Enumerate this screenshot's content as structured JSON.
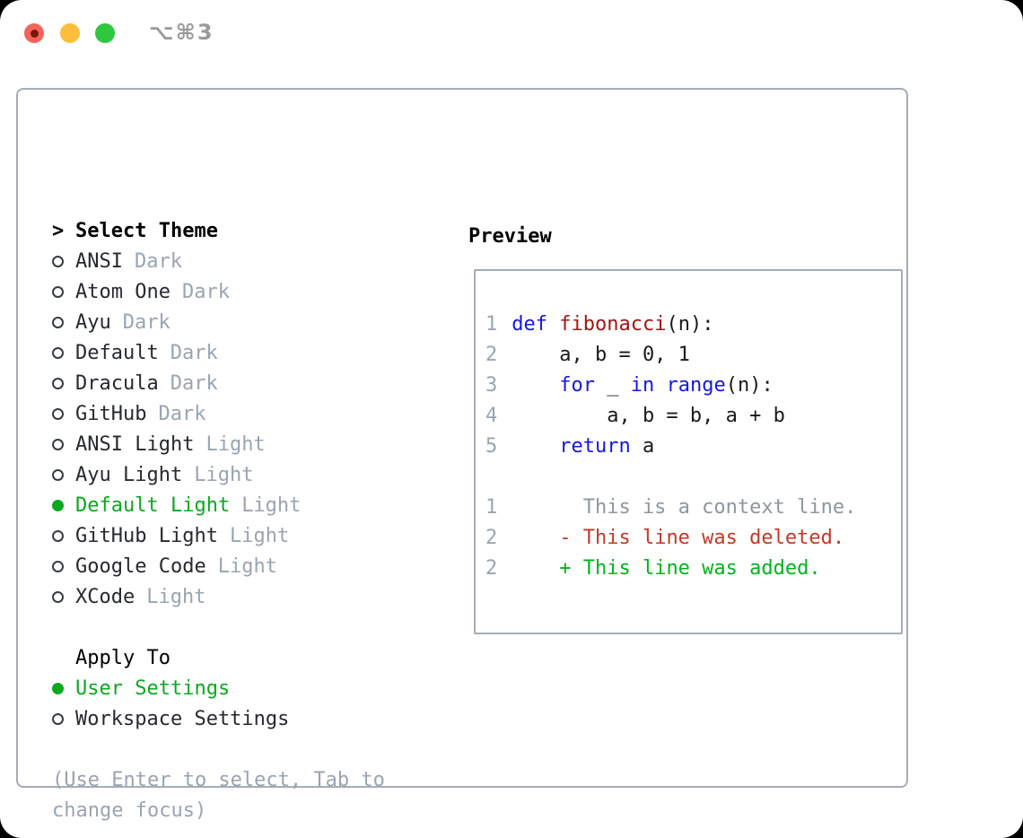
{
  "titlebar": {
    "shortcut": "⌥⌘3"
  },
  "theme_picker": {
    "prompt": ">",
    "header": "Select Theme",
    "items": [
      {
        "name": "ANSI",
        "variant": "Dark",
        "selected": false
      },
      {
        "name": "Atom One",
        "variant": "Dark",
        "selected": false
      },
      {
        "name": "Ayu",
        "variant": "Dark",
        "selected": false
      },
      {
        "name": "Default",
        "variant": "Dark",
        "selected": false
      },
      {
        "name": "Dracula",
        "variant": "Dark",
        "selected": false
      },
      {
        "name": "GitHub",
        "variant": "Dark",
        "selected": false
      },
      {
        "name": "ANSI Light",
        "variant": "Light",
        "selected": false
      },
      {
        "name": "Ayu Light",
        "variant": "Light",
        "selected": false
      },
      {
        "name": "Default Light",
        "variant": "Light",
        "selected": true
      },
      {
        "name": "GitHub Light",
        "variant": "Light",
        "selected": false
      },
      {
        "name": "Google Code",
        "variant": "Light",
        "selected": false
      },
      {
        "name": "XCode",
        "variant": "Light",
        "selected": false
      }
    ]
  },
  "apply_to": {
    "header": "Apply To",
    "options": [
      {
        "label": "User Settings",
        "selected": true
      },
      {
        "label": "Workspace Settings",
        "selected": false
      }
    ]
  },
  "hints": [
    "(Use Enter to select, Tab to",
    "change focus)"
  ],
  "preview": {
    "header": "Preview",
    "lines": [
      {
        "num": "1",
        "tokens": [
          {
            "t": " ",
            "c": "plain"
          },
          {
            "t": "def",
            "c": "keyword"
          },
          {
            "t": " ",
            "c": "plain"
          },
          {
            "t": "fibonacci",
            "c": "function"
          },
          {
            "t": "(n):",
            "c": "plain"
          }
        ]
      },
      {
        "num": "2",
        "tokens": [
          {
            "t": "     a, b = 0, 1",
            "c": "plain"
          }
        ]
      },
      {
        "num": "3",
        "tokens": [
          {
            "t": "     ",
            "c": "plain"
          },
          {
            "t": "for",
            "c": "keyword"
          },
          {
            "t": " _ ",
            "c": "plain"
          },
          {
            "t": "in",
            "c": "keyword"
          },
          {
            "t": " ",
            "c": "plain"
          },
          {
            "t": "range",
            "c": "keyword"
          },
          {
            "t": "(n):",
            "c": "plain"
          }
        ]
      },
      {
        "num": "4",
        "tokens": [
          {
            "t": "         a, b = b, a + b",
            "c": "plain"
          }
        ]
      },
      {
        "num": "5",
        "tokens": [
          {
            "t": "     ",
            "c": "plain"
          },
          {
            "t": "return",
            "c": "keyword"
          },
          {
            "t": " a",
            "c": "plain"
          }
        ]
      },
      {
        "num": "",
        "tokens": []
      },
      {
        "num": "1",
        "tokens": [
          {
            "t": "       This is a context line.",
            "c": "context"
          }
        ]
      },
      {
        "num": "2",
        "tokens": [
          {
            "t": "     ",
            "c": "plain"
          },
          {
            "t": "- This line was deleted.",
            "c": "deleted"
          }
        ]
      },
      {
        "num": "2",
        "tokens": [
          {
            "t": "     ",
            "c": "plain"
          },
          {
            "t": "+ This line was added.",
            "c": "added"
          }
        ]
      }
    ]
  },
  "colors": {
    "tl-red": "#f2645c",
    "tl-red-dot": "#7e150b",
    "tl-yellow": "#fcbe3b",
    "tl-green": "#2fc640",
    "title-gray": "#9a9a9a",
    "border-gray": "#a6adb7",
    "item-black": "#26292e",
    "code-black": "#1a1a1a",
    "radio-ring": "#373c43",
    "muted-gray": "#9aa4b2",
    "line-number-gray": "#9aa4b2",
    "context-gray": "#8e979e",
    "selection-green": "#0ca81f",
    "added-green": "#00b41c",
    "deleted-red": "#c23a27",
    "keyword-blue": "#1418df",
    "function-red": "#a31512"
  }
}
